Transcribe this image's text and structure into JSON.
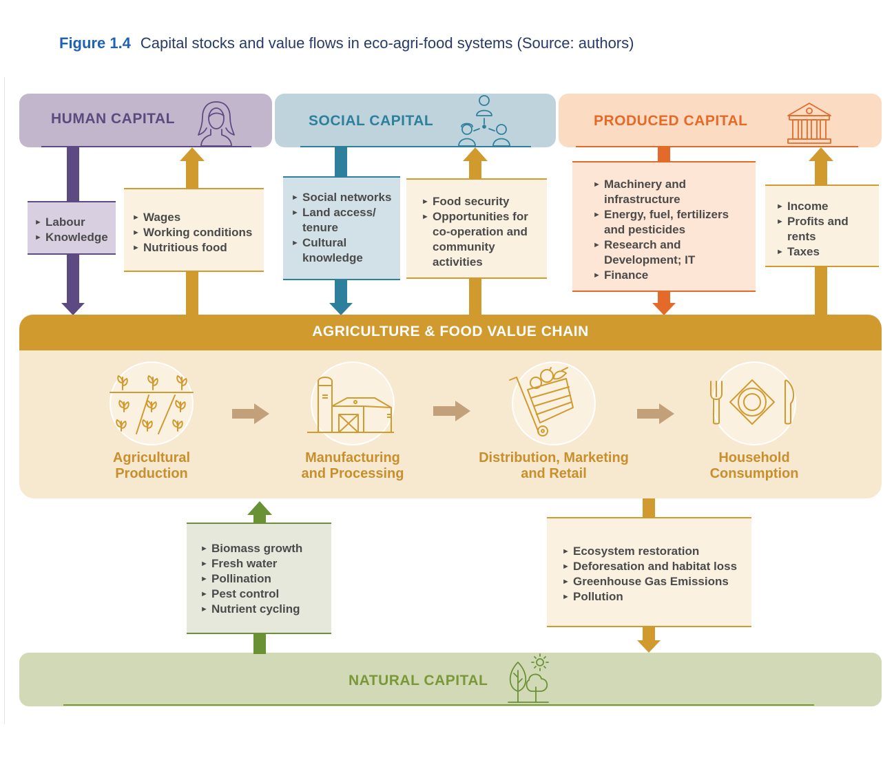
{
  "figure": {
    "number": "Figure 1.4",
    "caption": "Capital stocks and value flows in eco-agri-food systems (Source: authors)"
  },
  "human_capital": {
    "title": "HUMAN CAPITAL",
    "icon": "person-icon",
    "inputs": [
      "Labour",
      "Knowledge"
    ],
    "returns": [
      "Wages",
      "Working conditions",
      "Nutritious food"
    ],
    "colors": {
      "bar": "#c1b6cc",
      "text": "#5a4a7e",
      "arrow": "#5e4a82"
    }
  },
  "social_capital": {
    "title": "SOCIAL CAPITAL",
    "icon": "people-network-icon",
    "inputs": [
      "Social networks",
      "Land access/ tenure",
      "Cultural knowledge"
    ],
    "returns": [
      "Food security",
      "Opportunities for co-operation and community activities"
    ],
    "colors": {
      "bar": "#bfd3dd",
      "text": "#2e7f9c",
      "arrow": "#2e7f9c"
    }
  },
  "produced_capital": {
    "title": "PRODUCED CAPITAL",
    "icon": "building-columns-icon",
    "inputs": [
      "Machinery and infrastructure",
      "Energy, fuel, fertilizers and pesticides",
      "Research and Development; IT",
      "Finance"
    ],
    "returns": [
      "Income",
      "Profits and rents",
      "Taxes"
    ],
    "colors": {
      "bar": "#fbdcc3",
      "text": "#e46a2a",
      "arrow": "#e46a2a"
    }
  },
  "value_chain": {
    "title": "AGRICULTURE & FOOD VALUE CHAIN",
    "stages": [
      {
        "label_1": "Agricultural",
        "label_2": "Production",
        "icon": "crops-field-icon"
      },
      {
        "label_1": "Manufacturing",
        "label_2": "and Processing",
        "icon": "factory-silo-icon"
      },
      {
        "label_1": "Distribution, Marketing",
        "label_2": "and Retail",
        "icon": "produce-cart-icon"
      },
      {
        "label_1": "Household",
        "label_2": "Consumption",
        "icon": "plate-cutlery-icon"
      }
    ],
    "colors": {
      "bar": "#d19a2e",
      "body": "#f7e8d0",
      "label": "#c88f2c",
      "flow_arrow": "#c2a17a"
    }
  },
  "natural_capital": {
    "title": "NATURAL CAPITAL",
    "icon": "tree-sun-icon",
    "inputs": [
      "Biomass growth",
      "Fresh water",
      "Pollination",
      "Pest control",
      "Nutrient cycling"
    ],
    "impacts": [
      "Ecosystem restoration",
      "Deforesation and habitat loss",
      "Greenhouse Gas Emissions",
      "Pollution"
    ],
    "colors": {
      "bar": "#d1d9b7",
      "text": "#7a9838",
      "arrow": "#6a9134"
    }
  }
}
